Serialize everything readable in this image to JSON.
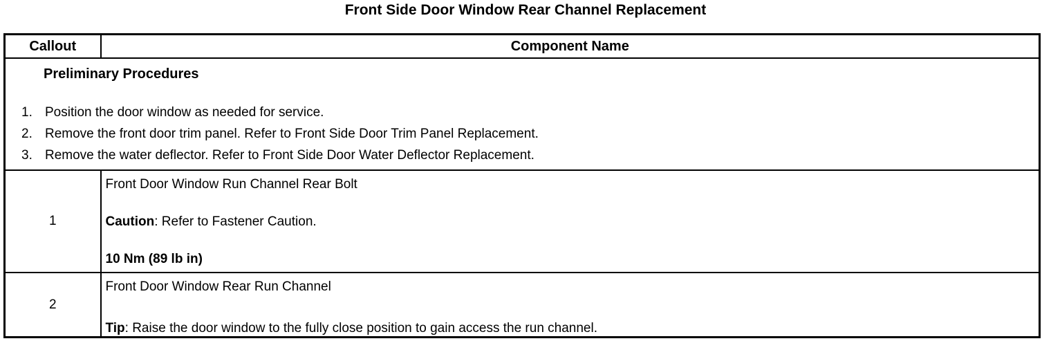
{
  "page": {
    "title": "Front Side Door Window Rear Channel Replacement"
  },
  "table": {
    "header": {
      "callout": "Callout",
      "component": "Component Name"
    },
    "preliminary": {
      "heading": "Preliminary Procedures",
      "steps": [
        {
          "num": "1.",
          "text": "Position the door window as needed for service."
        },
        {
          "num": "2.",
          "text": "Remove the front door trim panel. Refer to Front Side Door Trim Panel Replacement."
        },
        {
          "num": "3.",
          "text": "Remove the water deflector. Refer to Front Side Door Water Deflector Replacement."
        }
      ]
    },
    "rows": [
      {
        "callout": "1",
        "component": "Front Door Window Run Channel Rear Bolt",
        "caution_label": "Caution",
        "caution_text": ": Refer to Fastener Caution.",
        "torque": "10 Nm (89 lb in)"
      },
      {
        "callout": "2",
        "component": "Front Door Window Rear Run Channel",
        "tip_label": "Tip",
        "tip_text": ": Raise the door window to the fully close position to gain access the run channel."
      }
    ]
  }
}
